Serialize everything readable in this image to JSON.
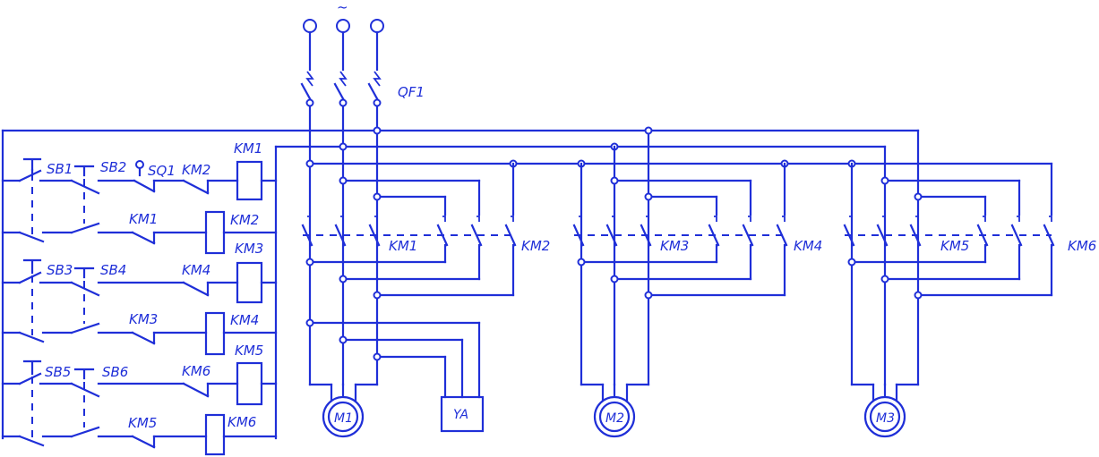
{
  "supply": {
    "symbol": "~"
  },
  "breaker": {
    "label": "QF1"
  },
  "control": {
    "buttons": [
      "SB1",
      "SB2",
      "SB3",
      "SB4",
      "SB5",
      "SB6"
    ],
    "limit_switch": "SQ1",
    "rungs": [
      {
        "contact": "KM2",
        "coil": "KM1"
      },
      {
        "contact": "KM1",
        "coil": "KM2"
      },
      {
        "contact": "KM4",
        "coil": "KM3"
      },
      {
        "contact": "KM3",
        "coil": "KM4"
      },
      {
        "contact": "KM6",
        "coil": "KM5"
      },
      {
        "contact": "KM5",
        "coil": "KM6"
      }
    ]
  },
  "power": {
    "contactor_groups": [
      {
        "forward": "KM1",
        "reverse": "KM2"
      },
      {
        "forward": "KM3",
        "reverse": "KM4"
      },
      {
        "forward": "KM5",
        "reverse": "KM6"
      }
    ],
    "motors": [
      "M1",
      "M2",
      "M3"
    ],
    "brake": "YA"
  }
}
